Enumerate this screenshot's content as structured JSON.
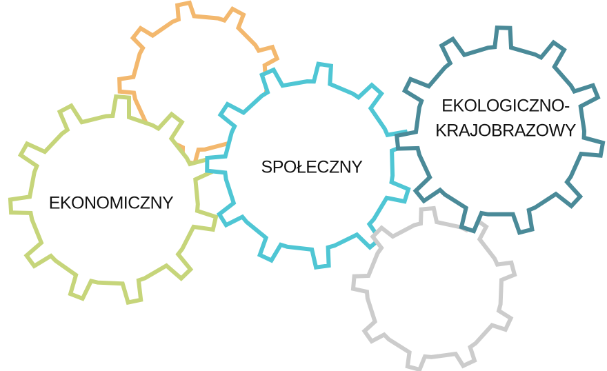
{
  "gears": [
    {
      "id": "gear-orange",
      "color": "#F3B86E",
      "lines": []
    },
    {
      "id": "gear-green",
      "color": "#C6D57A",
      "lines": [
        "EKONOMICZNY"
      ]
    },
    {
      "id": "gear-cyan",
      "color": "#4FC6D4",
      "lines": [
        "SPOŁECZNY"
      ]
    },
    {
      "id": "gear-teal",
      "color": "#4A8A98",
      "lines": [
        "EKOLOGICZNO-",
        "KRAJOBRAZOWY"
      ]
    },
    {
      "id": "gear-gray",
      "color": "#CCCCCC",
      "lines": []
    }
  ]
}
